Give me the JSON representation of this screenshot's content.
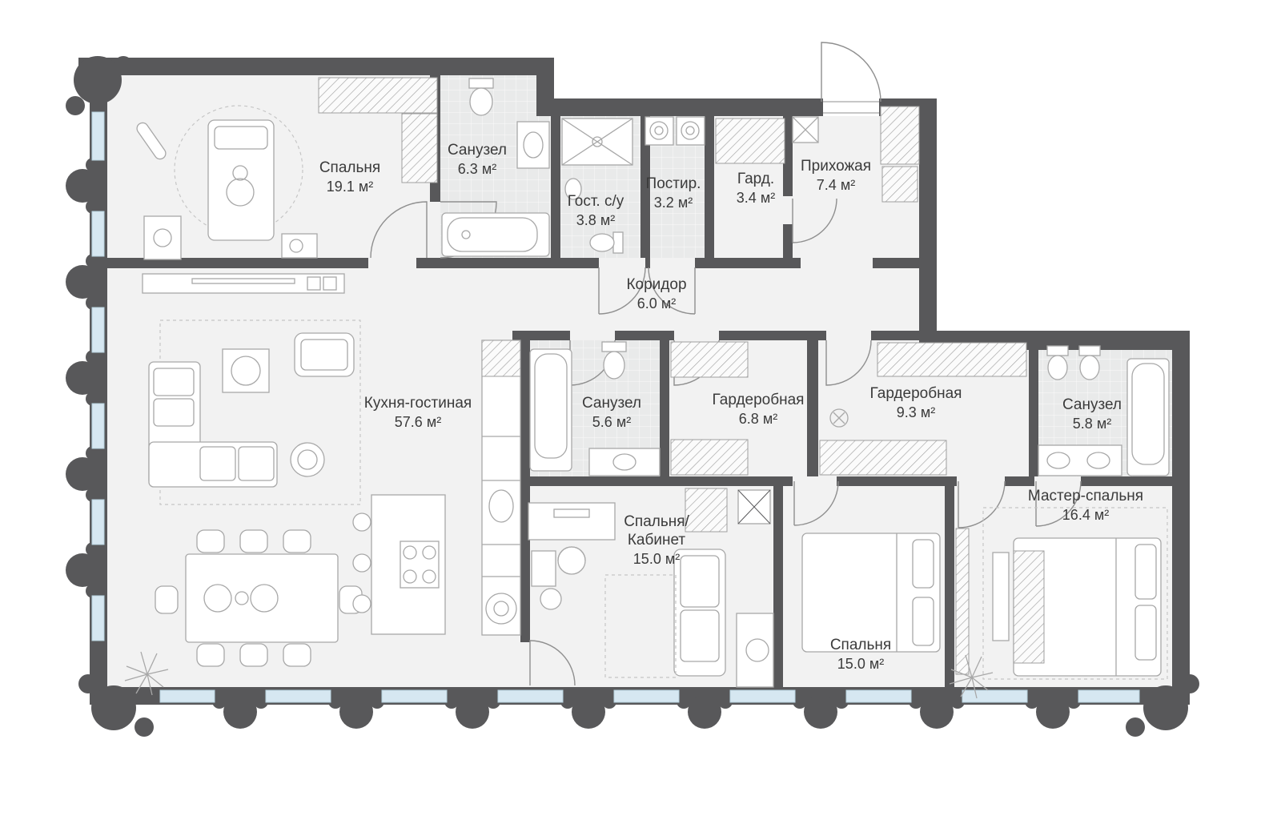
{
  "plan": {
    "rooms": [
      {
        "id": "bedroom1",
        "name": "Спальня",
        "area_label": "19.1 м²"
      },
      {
        "id": "bath1",
        "name": "Санузел",
        "area_label": "6.3 м²"
      },
      {
        "id": "guest-wc",
        "name": "Гост. с/у",
        "area_label": "3.8 м²"
      },
      {
        "id": "laundry",
        "name": "Постир.",
        "area_label": "3.2 м²"
      },
      {
        "id": "wardrobe-small",
        "name": "Гард.",
        "area_label": "3.4 м²"
      },
      {
        "id": "hallway",
        "name": "Прихожая",
        "area_label": "7.4 м²"
      },
      {
        "id": "corridor",
        "name": "Коридор",
        "area_label": "6.0 м²"
      },
      {
        "id": "kitchen-living",
        "name": "Кухня-гостиная",
        "area_label": "57.6 м²"
      },
      {
        "id": "bath2",
        "name": "Санузел",
        "area_label": "5.6 м²"
      },
      {
        "id": "dressing1",
        "name": "Гардеробная",
        "area_label": "6.8 м²"
      },
      {
        "id": "dressing2",
        "name": "Гардеробная",
        "area_label": "9.3 м²"
      },
      {
        "id": "bath3",
        "name": "Санузел",
        "area_label": "5.8 м²"
      },
      {
        "id": "bedroom-office",
        "name": "Спальня/\nКабинет",
        "area_label": "15.0 м²"
      },
      {
        "id": "bedroom2",
        "name": "Спальня",
        "area_label": "15.0 м²"
      },
      {
        "id": "master-bedroom",
        "name": "Мастер-спальня",
        "area_label": "16.4 м²"
      }
    ]
  }
}
